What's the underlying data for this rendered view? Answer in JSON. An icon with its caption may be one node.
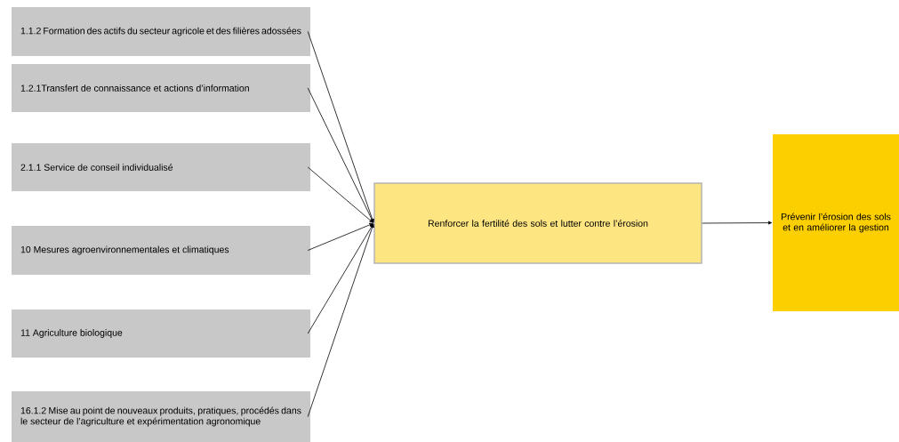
{
  "diagram": {
    "nodes": [
      {
        "text": [
          "1.1.2 Formation des actifs du secteur agricole et des filières adossées"
        ]
      },
      {
        "text": [
          "1.2.1Transfert de connaissance et actions d’information"
        ]
      },
      {
        "text": [
          "2.1.1 Service de conseil individualisé"
        ]
      },
      {
        "text": [
          "10 Mesures agroenvironnementales et climatiques"
        ]
      },
      {
        "text": [
          "11 Agriculture biologique"
        ]
      },
      {
        "text": [
          "16.1.2 Mise au point de nouveaux produits, pratiques, procédés dans le secteur de l’agriculture et expérimentation agronomique"
        ]
      },
      {
        "text": [
          "Renforcer la fertilité des sols et lutter contre l’érosion"
        ]
      },
      {
        "text": [
          "Prévenir l’érosion des sols et en améliorer la gestion"
        ]
      }
    ],
    "edges": [
      {
        "from": 0,
        "to": 6,
        "arrow": "to"
      },
      {
        "from": 1,
        "to": 6,
        "arrow": "to"
      },
      {
        "from": 2,
        "to": 6,
        "arrow": "to"
      },
      {
        "from": 3,
        "to": 6,
        "arrow": "to"
      },
      {
        "from": 4,
        "to": 6,
        "arrow": "to"
      },
      {
        "from": 5,
        "to": 6,
        "arrow": "to"
      },
      {
        "from": 6,
        "to": 7,
        "arrow": "to"
      }
    ]
  }
}
